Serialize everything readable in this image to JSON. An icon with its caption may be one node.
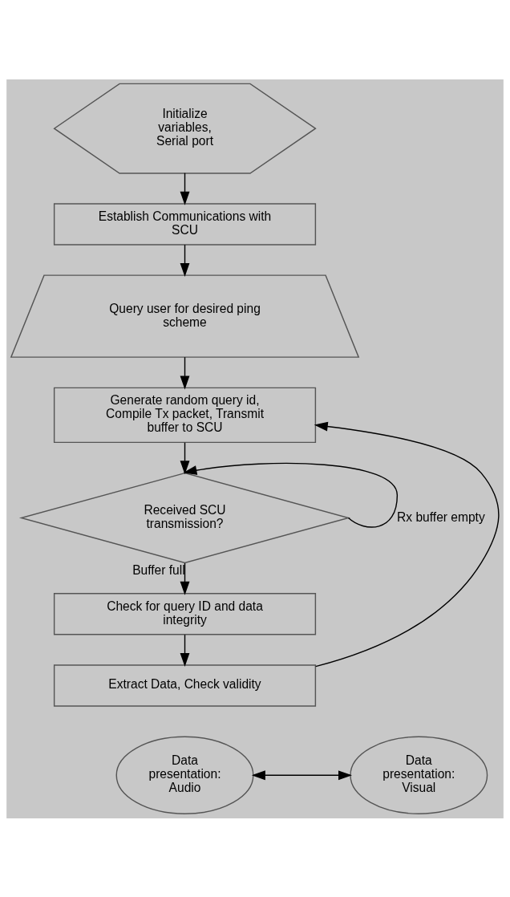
{
  "diagram": {
    "nodes": [
      {
        "text": [
          "Initialize variables, Serial port"
        ]
      },
      {
        "text": [
          "Establish Communications with SCU"
        ]
      },
      {
        "text": [
          "Query user for desired ping scheme"
        ]
      },
      {
        "text": [
          "Generate random query id, Compile Tx packet, Transmit buffer to SCU"
        ]
      },
      {
        "text": [
          "Received SCU transmission?"
        ]
      },
      {
        "text": [
          "Check for query ID and data integrity"
        ]
      },
      {
        "text": [
          "Extract Data, Check validity"
        ]
      },
      {
        "text": [
          "Data presentation: Audio"
        ]
      },
      {
        "text": [
          "Data presentation: Visual"
        ]
      }
    ],
    "edges": [
      {
        "from": 0,
        "to": 1,
        "arrow": "to"
      },
      {
        "from": 1,
        "to": 2,
        "arrow": "to"
      },
      {
        "from": 2,
        "to": 3,
        "arrow": "to"
      },
      {
        "from": 3,
        "to": 4,
        "arrow": "to"
      },
      {
        "from": 4,
        "to": 4,
        "arrow": "to",
        "label": "Rx buffer empty"
      },
      {
        "from": 4,
        "to": 5,
        "arrow": "to",
        "label": "Buffer full"
      },
      {
        "from": 5,
        "to": 6,
        "arrow": "to"
      },
      {
        "from": 6,
        "to": 3,
        "arrow": "to"
      },
      {
        "from": 7,
        "to": 8,
        "arrow": "both"
      }
    ]
  }
}
